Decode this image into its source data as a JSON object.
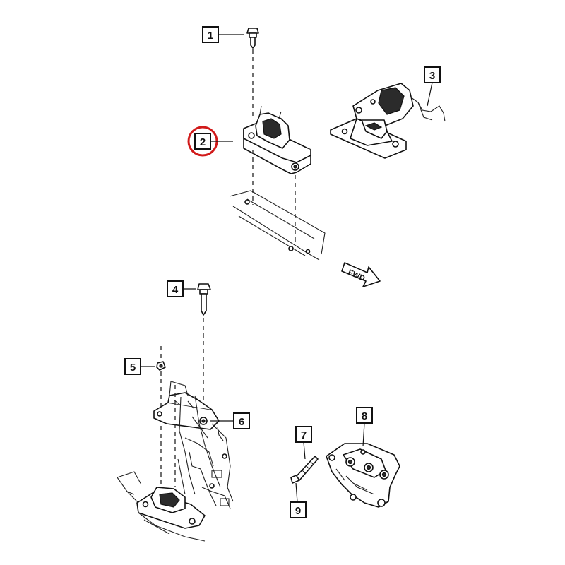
{
  "callouts": [
    {
      "id": "1",
      "label": "1"
    },
    {
      "id": "2",
      "label": "2"
    },
    {
      "id": "3",
      "label": "3"
    },
    {
      "id": "4",
      "label": "4"
    },
    {
      "id": "5",
      "label": "5"
    },
    {
      "id": "6",
      "label": "6"
    },
    {
      "id": "7",
      "label": "7"
    },
    {
      "id": "8",
      "label": "8"
    },
    {
      "id": "9",
      "label": "9"
    }
  ],
  "direction_label": "FWD",
  "highlighted_callout": "2",
  "colors": {
    "highlight": "#d11a1a",
    "line": "#111111",
    "background": "#ffffff"
  }
}
